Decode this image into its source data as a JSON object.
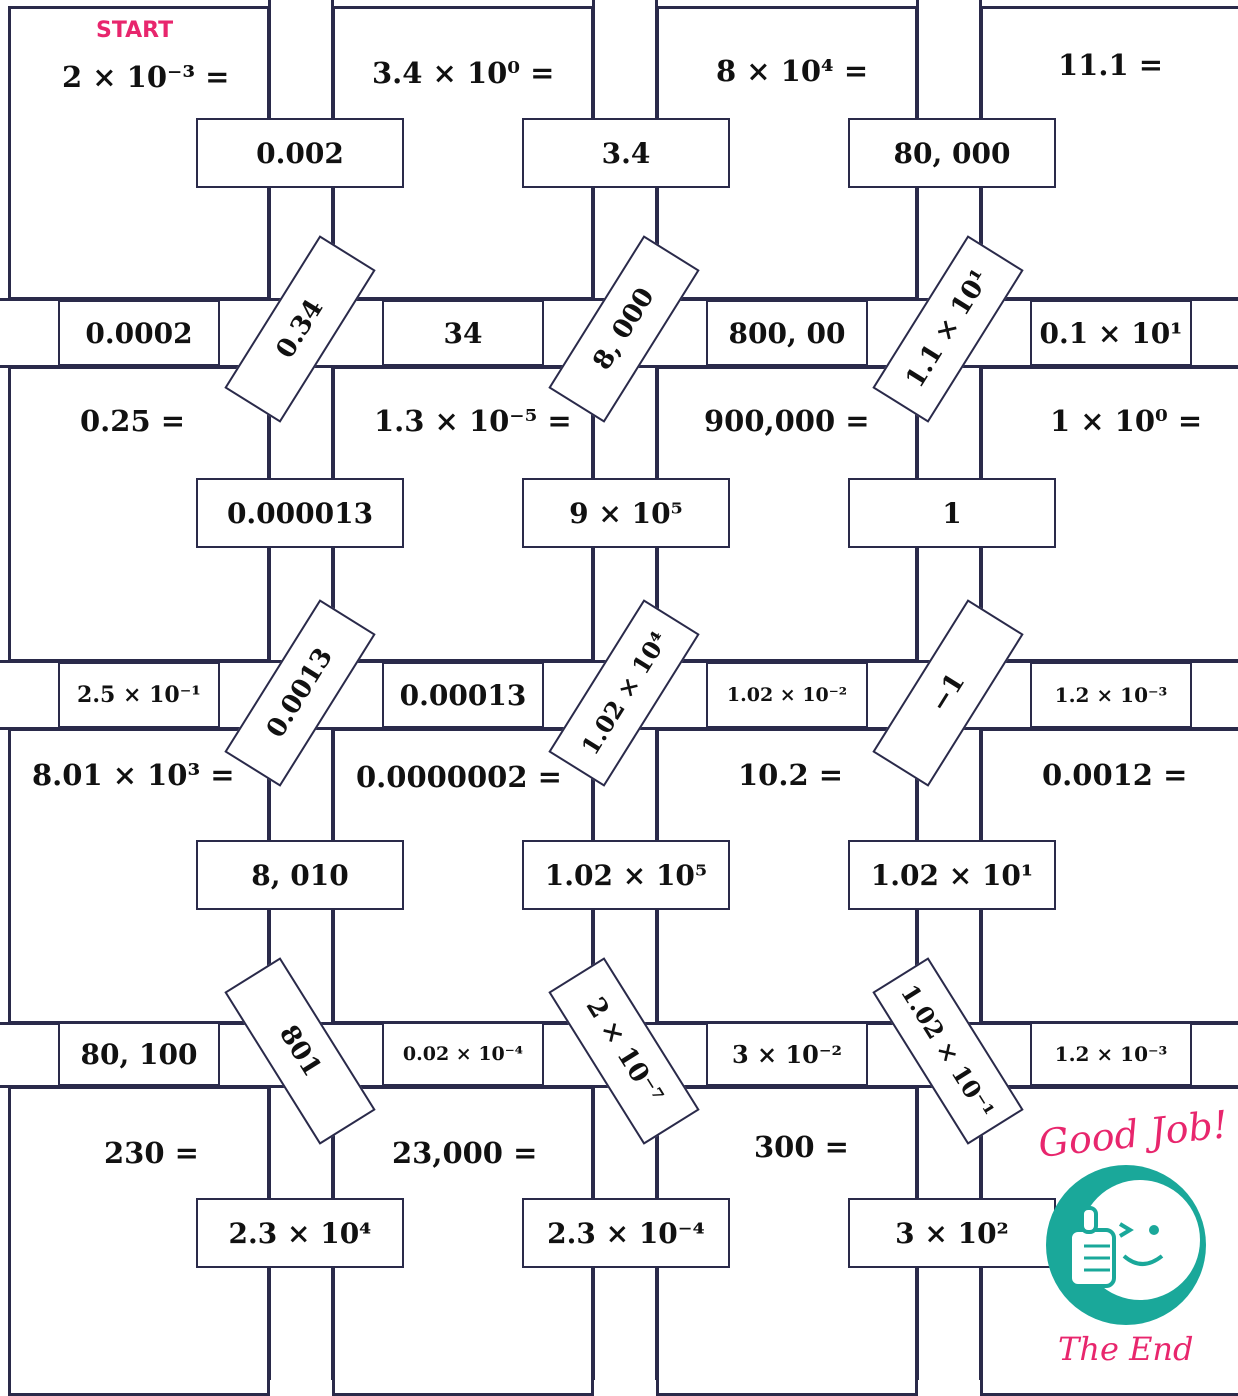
{
  "start_label": "START",
  "end_labels": {
    "good_job": "Good Job!",
    "the_end": "The End"
  },
  "colors": {
    "accent": "#e8266d",
    "lines": "#2a2a4a",
    "smiley": "#1aa89a"
  },
  "rooms": [
    {
      "question": "2 × 10⁻³ ="
    },
    {
      "question": "3.4 × 10⁰ ="
    },
    {
      "question": "8 × 10⁴ ="
    },
    {
      "question": "11.1 ="
    },
    {
      "question": "0.25 ="
    },
    {
      "question": "1.3 × 10⁻⁵ ="
    },
    {
      "question": "900,000 ="
    },
    {
      "question": "1 × 10⁰ ="
    },
    {
      "question": "8.01 × 10³ ="
    },
    {
      "question": "0.0000002 ="
    },
    {
      "question": "10.2 ="
    },
    {
      "question": "0.0012 ="
    },
    {
      "question": "230 ="
    },
    {
      "question": "23,000 ="
    },
    {
      "question": "300 ="
    }
  ],
  "horizontal_answers": [
    "0.002",
    "3.4",
    "80, 000",
    "0.000013",
    "9 × 10⁵",
    "1",
    "8, 010",
    "1.02 × 10⁵",
    "1.02 × 10¹",
    "2.3 × 10⁴",
    "2.3 × 10⁻⁴",
    "3 × 10²"
  ],
  "vertical_answers": [
    "0.0002",
    "34",
    "800, 00",
    "0.1 × 10¹",
    "2.5 × 10⁻¹",
    "0.00013",
    "1.02 × 10⁻²",
    "1.2 × 10⁻³",
    "80, 100",
    "0.02 × 10⁻⁴",
    "3 × 10⁻²",
    "1.2 × 10⁻³"
  ],
  "diagonal_answers": [
    "0.34",
    "8, 000",
    "1.1 × 10¹",
    "0.0013",
    "1.02 × 10⁴",
    "−1",
    "801",
    "2 × 10⁻⁷",
    "1.02 × 10⁻¹"
  ]
}
